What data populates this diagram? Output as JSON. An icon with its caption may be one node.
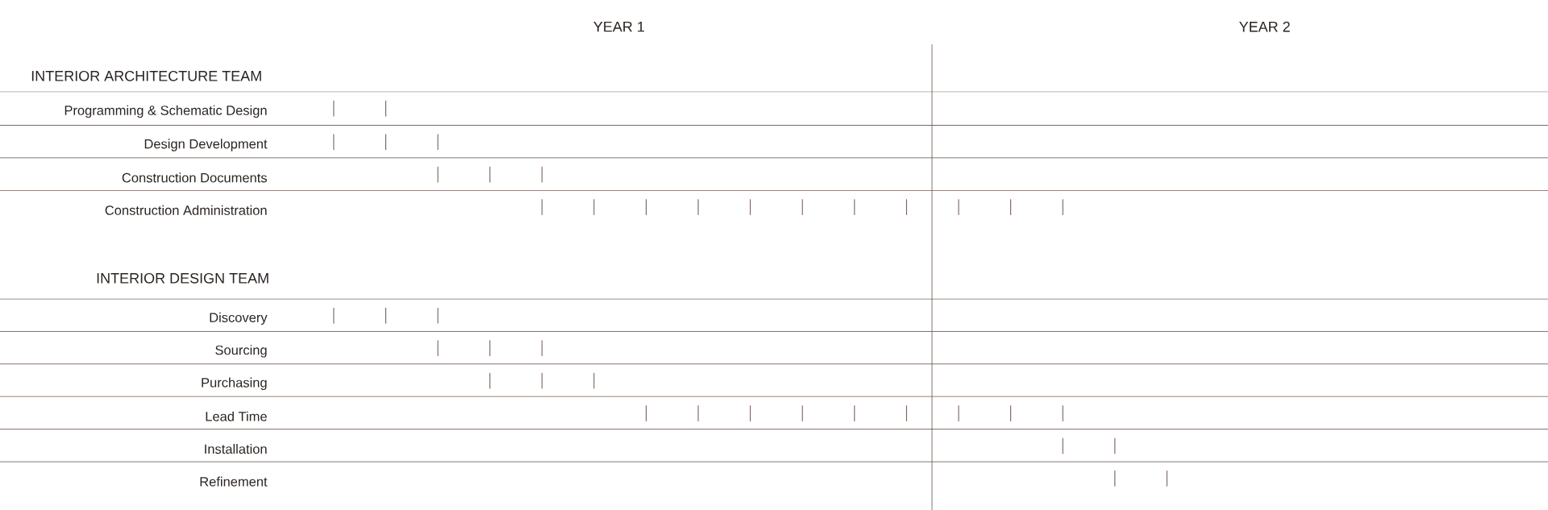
{
  "diagram": {
    "labels": [
      "YEAR 1",
      "YEAR 2",
      "INTERIOR ARCHITECTURE TEAM",
      "Programming & Schematic Design",
      "Design Development",
      "Construction Documents",
      "Construction Administration",
      "INTERIOR DESIGN TEAM",
      "Discovery",
      "Sourcing",
      "Purchasing",
      "Lead Time",
      "Installation",
      "Refinement"
    ]
  }
}
